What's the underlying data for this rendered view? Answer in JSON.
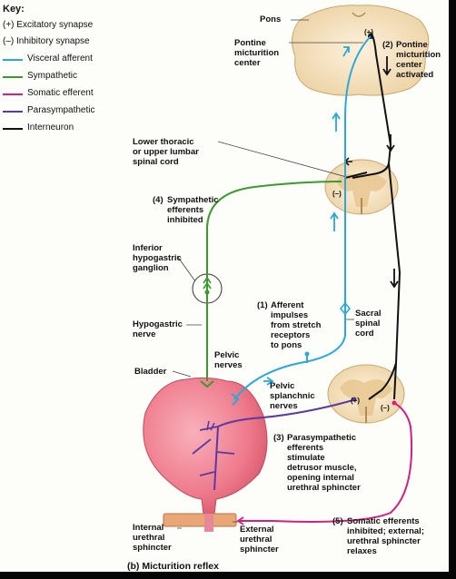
{
  "key": {
    "title": "Key:",
    "excitatory": "(+) Excitatory synapse",
    "inhibitory": "(–) Inhibitory synapse",
    "pathways": [
      {
        "label": "Visceral afferent",
        "color": "#2aa8d8"
      },
      {
        "label": "Sympathetic",
        "color": "#3a9a2e"
      },
      {
        "label": "Somatic efferent",
        "color": "#d4207a"
      },
      {
        "label": "Parasympathetic",
        "color": "#5a3aa0"
      },
      {
        "label": "Interneuron",
        "color": "#111111"
      }
    ]
  },
  "labels": {
    "pons": "Pons",
    "pons_plus": "(+)",
    "pontine_center": "Pontine\nmicturition\ncenter",
    "step2": "Pontine\nmicturition\ncenter\nactivated",
    "step2_num": "2",
    "lower_thoracic": "Lower thoracic\nor upper lumbar\nspinal cord",
    "minus_thoracic": "(–)",
    "step4": "Sympathetic\nefferents\ninhibited",
    "step4_num": "4",
    "ganglion": "Inferior\nhypogastric\nganglion",
    "step1": "Afferent\nimpulses\nfrom stretch\nreceptors\nto pons",
    "step1_num": "1",
    "sacral": "Sacral\nspinal\ncord",
    "hypogastric": "Hypogastric\nnerve",
    "pelvic_nerves": "Pelvic\nnerves",
    "bladder": "Bladder",
    "pelvic_splanchnic": "Pelvic\nsplanchnic\nnerves",
    "sacral_plus": "(+)",
    "sacral_minus": "(–)",
    "step3": "Parasympathetic\nefferents\nstimulate\ndetrusor muscle,\nopening internal\nurethral sphincter",
    "step3_num": "3",
    "internal": "Internal\nurethral\nsphincter",
    "external": "External\nurethral\nsphincter",
    "step5": "Somatic efferents\ninhibited; external;\nurethral sphincter\nrelaxes",
    "step5_num": "5",
    "caption": "(b) Micturition reflex"
  }
}
